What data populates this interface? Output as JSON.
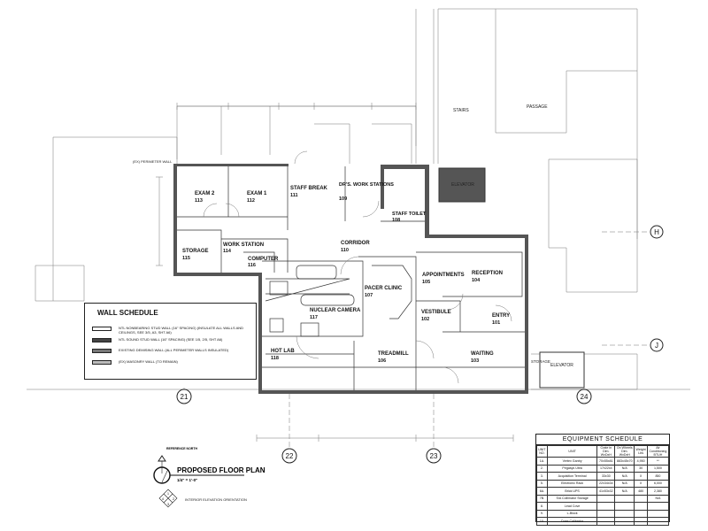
{
  "plan": {
    "title": "PROPOSED FLOOR PLAN",
    "scale": "1/4\" = 1'-0\"",
    "north_label": "REFERENCE NORTH",
    "elevation_label": "INTERIOR ELEVATION ORIENTATION",
    "elevation_numbers": [
      "1",
      "2",
      "3",
      "4"
    ],
    "perimeter_note": "(EX) PERIMETER WALL"
  },
  "rooms": [
    {
      "name": "EXAM 2",
      "number": "113"
    },
    {
      "name": "EXAM 1",
      "number": "112"
    },
    {
      "name": "STAFF BREAK",
      "number": "111"
    },
    {
      "name": "DR'S. WORK STATIONS",
      "number": "109"
    },
    {
      "name": "STAFF TOILET",
      "number": "108"
    },
    {
      "name": "STORAGE",
      "number": "115"
    },
    {
      "name": "WORK STATION",
      "number": "114"
    },
    {
      "name": "COMPUTER",
      "number": "116"
    },
    {
      "name": "CORRIDOR",
      "number": "110"
    },
    {
      "name": "PACER CLINIC",
      "number": "107"
    },
    {
      "name": "APPOINTMENTS",
      "number": "105"
    },
    {
      "name": "RECEPTION",
      "number": "104"
    },
    {
      "name": "VESTIBULE",
      "number": "102"
    },
    {
      "name": "ENTRY",
      "number": "101"
    },
    {
      "name": "NUCLEAR CAMERA",
      "number": "117"
    },
    {
      "name": "HOT LAB",
      "number": "118"
    },
    {
      "name": "TREADMILL",
      "number": "106"
    },
    {
      "name": "WAITING",
      "number": "103"
    }
  ],
  "context_labels": {
    "stairs": "STAIRS",
    "passage": "PASSAGE",
    "elevator_top": "ELEVATOR",
    "elevator_bottom": "ELEVATOR",
    "storage": "STORAGE"
  },
  "grid_lines": {
    "g21": "21",
    "g22": "22",
    "g23": "23",
    "g24": "24",
    "gH": "H",
    "gJ": "J"
  },
  "wall_schedule": {
    "title": "WALL SCHEDULE",
    "items": [
      {
        "text": "NTL NONBEARING STUD WALL (16\" SPACING) (INSULATE ALL WALLS AND CEILINGS, SEE 3/5, A3, SHT A6)",
        "color": "#ffffff"
      },
      {
        "text": "NTL SOUND STUD WALL (16\" SPACING) (SEE 1/5, 2/5, SHT A6)",
        "color": "#444444"
      },
      {
        "text": "EXISTING DEMISING WALL (ALL PERIMETER WALLS INSULATED)",
        "color": "#777777"
      },
      {
        "text": "(EX) MASONRY WALL (TO REMAIN)",
        "color": "#bbbbbb"
      }
    ]
  },
  "equipment_schedule": {
    "title": "EQUIPMENT SCHEDULE",
    "headers": [
      "UNIT NO.",
      "UNIT",
      "Crate in Dim. WxDxH",
      "On Wheels Dim. WxDxH",
      "Weight Lbs",
      "Air Conditioning BTUH"
    ],
    "rows": [
      [
        "1A.",
        "Vertex Gantry",
        "70x55x81",
        "883x45x70",
        "4,950",
        "**"
      ],
      [
        "2.",
        "Pegasys Ultra",
        "17x22x4",
        "N/A",
        "30",
        "1,500"
      ],
      [
        "3.",
        "Acquisition Terminal",
        "33x30",
        "N/A",
        "X",
        "850"
      ],
      [
        "5.",
        "Electronic Rack",
        "22x34x34",
        "N/A",
        "X",
        "6,000"
      ],
      [
        "6A.",
        "Brick UPS",
        "41x53x32",
        "N/A",
        "480",
        "2,380"
      ],
      [
        "7B.",
        "S/A Collimator Storage",
        "",
        "",
        "",
        "N/A"
      ],
      [
        "8.",
        "Lead Cove",
        "",
        "",
        "",
        ""
      ],
      [
        "9.",
        "L-Block",
        "",
        "",
        "",
        ""
      ],
      [
        "10.",
        "Dose Calibrator",
        "",
        "",
        "",
        ""
      ]
    ]
  }
}
